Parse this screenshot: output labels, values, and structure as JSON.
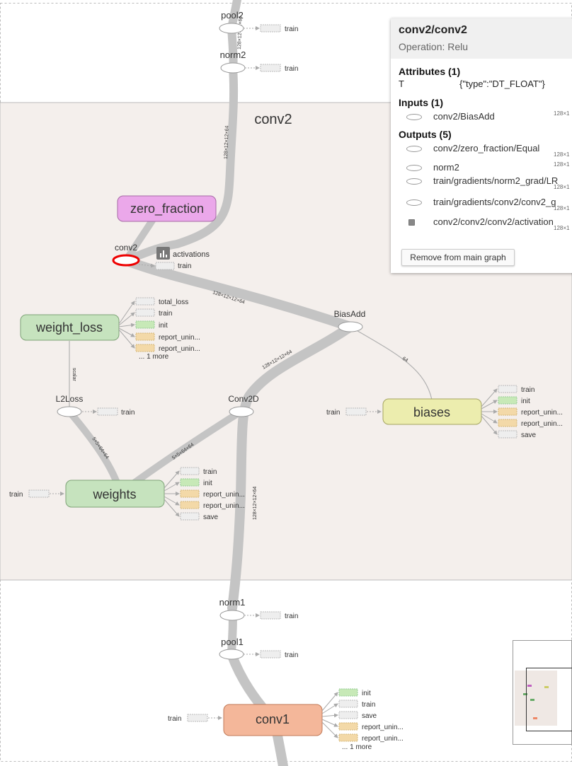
{
  "scope": {
    "title": "conv2"
  },
  "nodes": {
    "pool2": "pool2",
    "norm2": "norm2",
    "zero_fraction": "zero_fraction",
    "conv2_relu": "conv2",
    "activations": "activations",
    "weight_loss": "weight_loss",
    "biasadd": "BiasAdd",
    "l2loss": "L2Loss",
    "conv2d": "Conv2D",
    "biases": "biases",
    "weights": "weights",
    "norm1": "norm1",
    "pool1": "pool1",
    "conv1": "conv1"
  },
  "aux": {
    "train": "train",
    "init": "init",
    "save": "save",
    "total_loss": "total_loss",
    "report_unin": "report_unin...",
    "one_more": "... 1 more"
  },
  "edge_labels": {
    "e128_12_12_64": "128×12×12×64",
    "e5x5x64x64": "5×5×64×64",
    "e64": "64",
    "scalar": "scalar"
  },
  "info_panel": {
    "title": "conv2/conv2",
    "subtitle": "Operation: Relu",
    "attributes_header": "Attributes (1)",
    "attributes": [
      {
        "key": "T",
        "value": "{\"type\":\"DT_FLOAT\"}"
      }
    ],
    "inputs_header": "Inputs (1)",
    "inputs": [
      {
        "name": "conv2/BiasAdd",
        "shape": "128×1"
      }
    ],
    "outputs_header": "Outputs (5)",
    "outputs": [
      {
        "name": "conv2/zero_fraction/Equal",
        "shape": "128×1"
      },
      {
        "name": "norm2",
        "shape": "128×1"
      },
      {
        "name": "train/gradients/norm2_grad/LR",
        "shape": "128×1"
      },
      {
        "name": "train/gradients/conv2/conv2_g",
        "shape": "128×1"
      },
      {
        "name": "conv2/conv2/conv2/activation",
        "shape": "128×1"
      }
    ],
    "remove_button": "Remove from main graph"
  },
  "colors": {
    "scope_bg": "#f4efec",
    "green_node": "#c6e3be",
    "pink_node": "#eba8ea",
    "yellow_node": "#ecedae",
    "orange_node": "#f4b79a",
    "edge": "#c0c0c0",
    "selected": "#ee0000"
  }
}
